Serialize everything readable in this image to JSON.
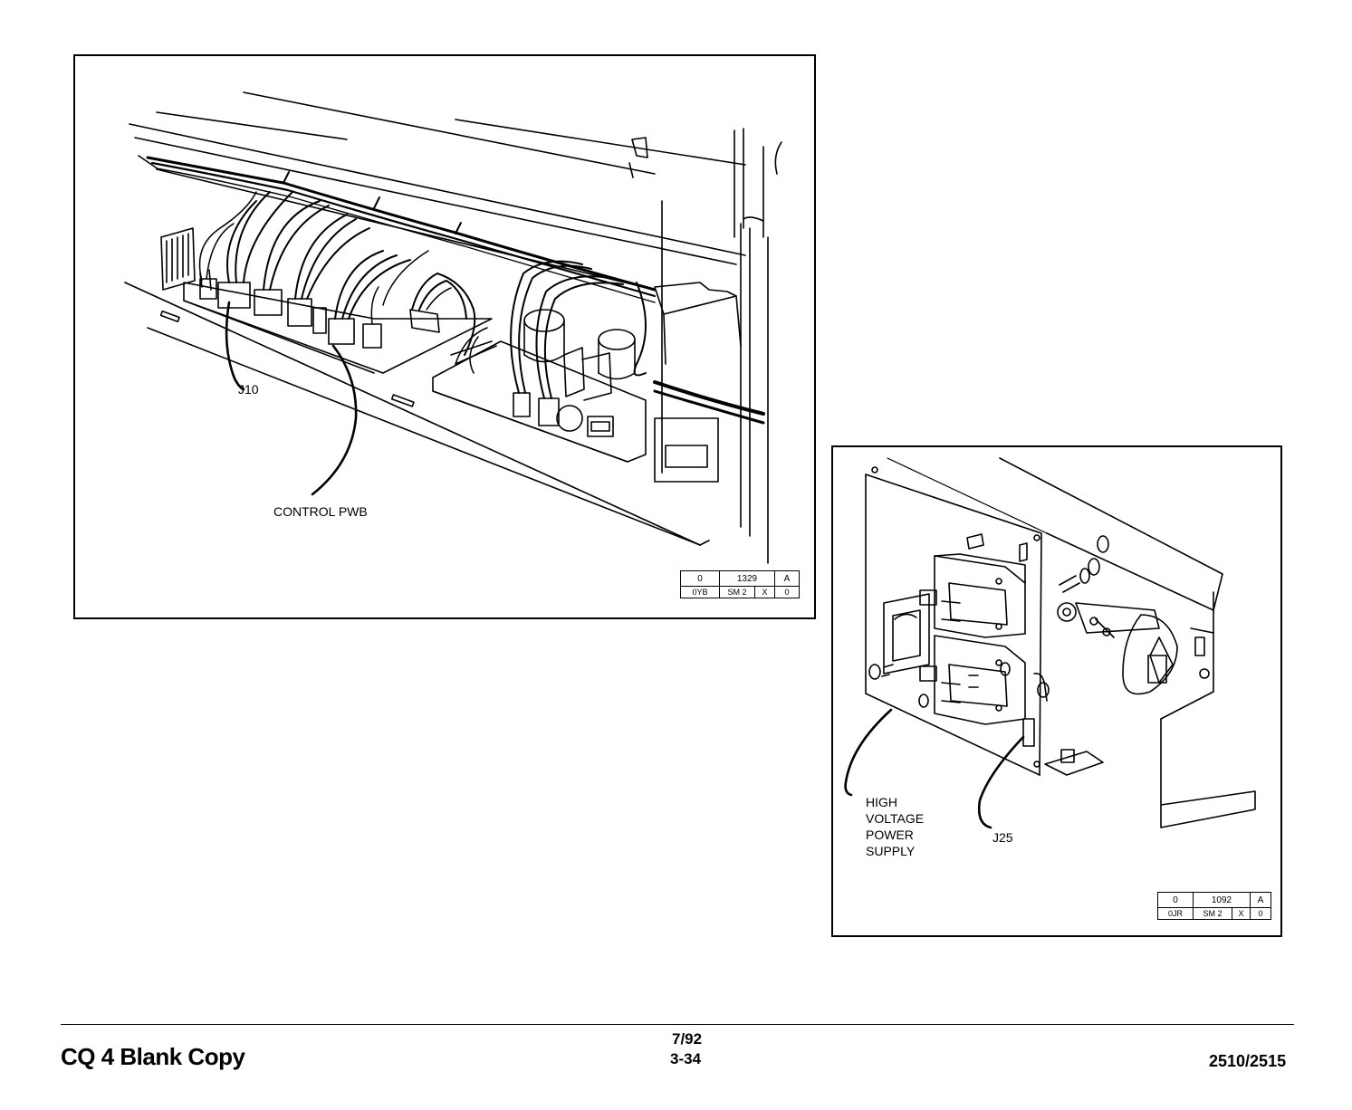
{
  "figure1": {
    "labels": {
      "j10": "J10",
      "control_pwb": "CONTROL PWB"
    },
    "stamp": {
      "r1c1": "0",
      "r1c2": "1329",
      "r1c3": "A",
      "r2c1": "0YB",
      "r2c2": "SM 2",
      "r2c3": "X",
      "r2c4": "0"
    }
  },
  "figure2": {
    "labels": {
      "hvps": "HIGH\nVOLTAGE\nPOWER\nSUPPLY",
      "j25": "J25"
    },
    "stamp": {
      "r1c1": "0",
      "r1c2": "1092",
      "r1c3": "A",
      "r2c1": "0JR",
      "r2c2": "SM 2",
      "r2c3": "X",
      "r2c4": "0"
    }
  },
  "footer": {
    "title": "CQ 4 Blank Copy",
    "date": "7/92",
    "page": "3-34",
    "model": "2510/2515"
  }
}
